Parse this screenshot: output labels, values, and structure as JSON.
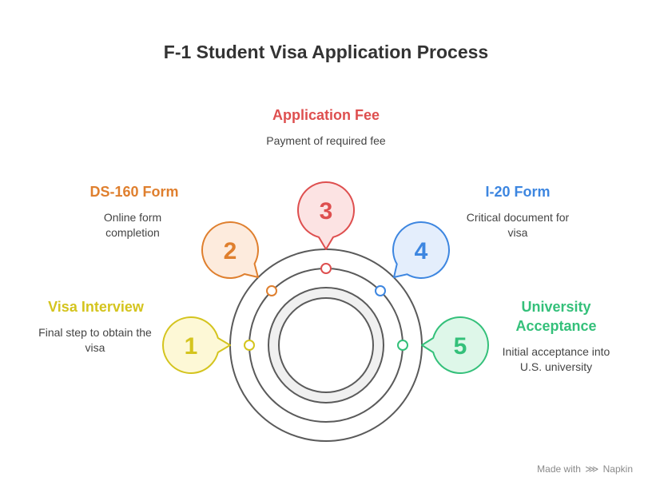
{
  "title": "F-1 Student Visa Application Process",
  "steps": [
    {
      "number": "1",
      "heading": "Visa Interview",
      "description": "Final step to obtain the visa",
      "color": "#d4c41e",
      "fill": "#fdf8d6"
    },
    {
      "number": "2",
      "heading": "DS-160 Form",
      "description": "Online form completion",
      "color": "#df7f2e",
      "fill": "#fdebdd"
    },
    {
      "number": "3",
      "heading": "Application Fee",
      "description": "Payment of required fee",
      "color": "#de4f4f",
      "fill": "#fce3e3"
    },
    {
      "number": "4",
      "heading": "I-20 Form",
      "description": "Critical document for visa",
      "color": "#3d86e0",
      "fill": "#e4eefc"
    },
    {
      "number": "5",
      "heading": "University Acceptance",
      "description": "Initial acceptance into U.S. university",
      "color": "#34c07a",
      "fill": "#def7e9"
    }
  ],
  "footer": {
    "made_with": "Made with",
    "logo_icon": "napkin-logo-icon",
    "brand": "Napkin"
  }
}
